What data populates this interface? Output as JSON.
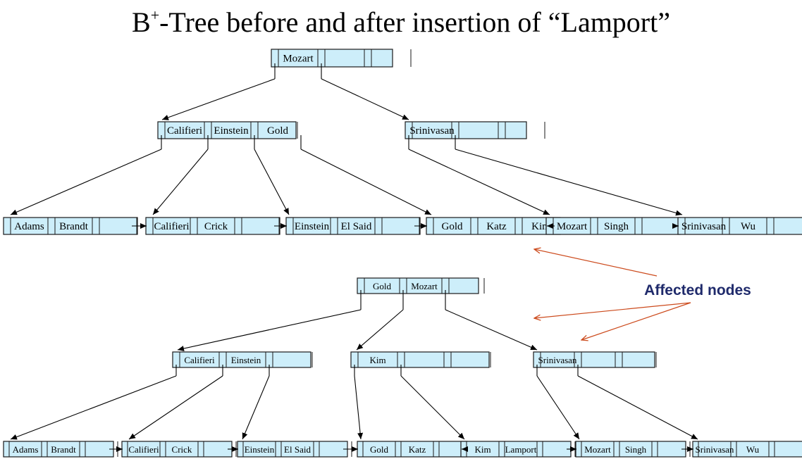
{
  "title": {
    "prefix": "B",
    "superscript": "+",
    "rest": "-Tree before and after insertion of “Lamport”"
  },
  "callout": {
    "label": "Affected nodes",
    "text_color": "#1f2a6b",
    "arrow_color": "#cc4a1c"
  },
  "colors": {
    "node_fill": "#cdeefa",
    "node_stroke": "#1a1a1a",
    "pointer": "#000000"
  },
  "before": {
    "root": [
      "Mozart",
      "",
      ""
    ],
    "internal": [
      [
        "Califieri",
        "Einstein",
        "Gold"
      ],
      [
        "Srinivasan",
        "",
        ""
      ]
    ],
    "leaves": [
      [
        "Adams",
        "Brandt",
        ""
      ],
      [
        "Califieri",
        "Crick",
        ""
      ],
      [
        "Einstein",
        "El Said",
        ""
      ],
      [
        "Gold",
        "Katz",
        "Kim"
      ],
      [
        "Mozart",
        "Singh",
        ""
      ],
      [
        "Srinivasan",
        "Wu",
        ""
      ]
    ]
  },
  "after": {
    "root": [
      "Gold",
      "Mozart",
      ""
    ],
    "internal": [
      [
        "Califieri",
        "Einstein",
        ""
      ],
      [
        "Kim",
        "",
        ""
      ],
      [
        "Srinivasan",
        "",
        ""
      ]
    ],
    "leaves": [
      [
        "Adams",
        "Brandt",
        ""
      ],
      [
        "Califieri",
        "Crick",
        ""
      ],
      [
        "Einstein",
        "El Said",
        ""
      ],
      [
        "Gold",
        "Katz",
        ""
      ],
      [
        "Kim",
        "Lamport",
        ""
      ],
      [
        "Mozart",
        "Singh",
        ""
      ],
      [
        "Srinivasan",
        "Wu",
        ""
      ]
    ]
  }
}
